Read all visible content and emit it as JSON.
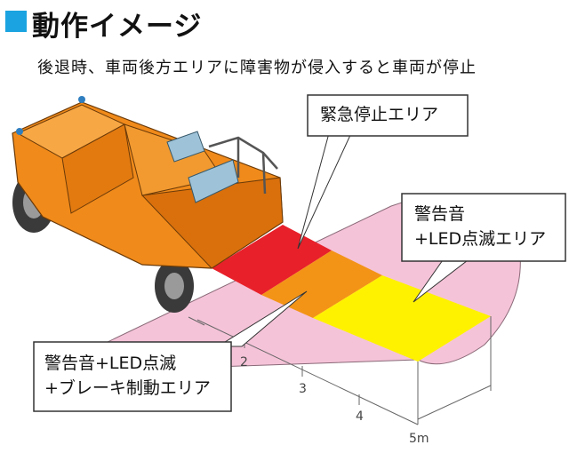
{
  "title": "動作イメージ",
  "subtitle": "後退時、車両後方エリアに障害物が侵入すると車両が停止",
  "zones": {
    "emergency": {
      "label": "緊急停止エリア",
      "color": "#e8202a"
    },
    "alarm_led": {
      "line1": "警告音",
      "line2": "+LED点滅エリア",
      "color": "#fff200"
    },
    "alarm_brake": {
      "line1": "警告音+LED点滅",
      "line2": "+ブレーキ制動エリア",
      "color": "#f39417"
    },
    "detection_area_color": "#f5c3d8"
  },
  "distance_labels": [
    "2",
    "3",
    "4",
    "5m"
  ],
  "vehicle_color": "#f08a1a"
}
